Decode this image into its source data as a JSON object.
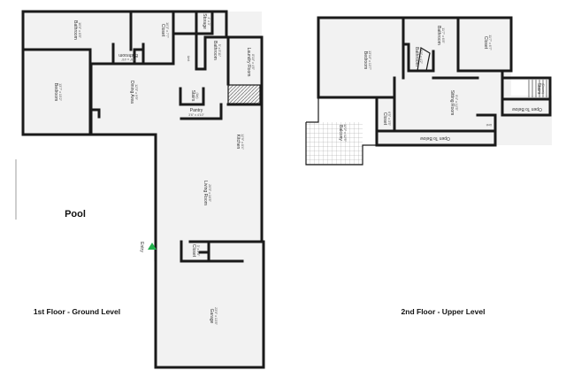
{
  "floor_labels": {
    "ground": "1st Floor - Ground Level",
    "upper": "2nd Floor - Upper Level"
  },
  "pool_label": "Pool",
  "entry_label": "Entry",
  "ground_rooms": {
    "bathroom_top": {
      "name": "Bathroom",
      "dims": "10'0\" x 8'8\""
    },
    "closet_top": {
      "name": "Closet",
      "dims": "10'3\" x 7'7\""
    },
    "storage": {
      "name": "Storage",
      "dims": "4' x 3'"
    },
    "bathroom_small": {
      "name": "Bathroom",
      "dims": "5'8\" x 4'6\""
    },
    "bathroom_right": {
      "name": "Bathroom",
      "dims": "5' x 5'11\""
    },
    "laundry": {
      "name": "Laundry Room",
      "dims": "8'10\" x 4'6\""
    },
    "unit": {
      "name": "Unit"
    },
    "bedroom": {
      "name": "Bedroom",
      "dims": "13'7\" x 15'2\""
    },
    "dining": {
      "name": "Dining Area",
      "dims": "12'5\" x 9'9\""
    },
    "stairs": {
      "name": "Stairs",
      "dims": "(Up)"
    },
    "pantry": {
      "name": "Pantry",
      "dims": "3'6\" x 4'10\""
    },
    "kitchen": {
      "name": "Kitchen",
      "dims": "12'9\" x 8'4\""
    },
    "living": {
      "name": "Living Room",
      "dims": "20'5\" x 16'8\""
    },
    "closet_entry": {
      "name": "Closet",
      "dims": "3' x 2'3\""
    },
    "garage": {
      "name": "Garage",
      "dims": "23'0\" x 13'8\""
    }
  },
  "upper_rooms": {
    "bedroom": {
      "name": "Bedroom",
      "dims": "13'10\" x 13'7\""
    },
    "bathroom": {
      "name": "Bathroom",
      "dims": "11'7\" x 6'8\""
    },
    "bathroom_inner": {
      "name": "Bathroom",
      "dims": "5'0\" x 4'2\""
    },
    "closet_top": {
      "name": "Closet",
      "dims": "11'7\" x 6'7\""
    },
    "sitting": {
      "name": "Sitting Room",
      "dims": "9'4\" x 12'5\""
    },
    "stairs": {
      "name": "Stairs",
      "dims": "(Down)"
    },
    "open_right": {
      "name": "Open To Below"
    },
    "unit": {
      "name": "Unit"
    },
    "closet_mid": {
      "name": "Closet",
      "dims": "6'5\" x 3'5\""
    },
    "balcony": {
      "name": "Balcony",
      "dims": "12'2\" x 12'5\""
    },
    "open_bottom": {
      "name": "Open To Below"
    }
  },
  "colors": {
    "wall": "#1a1a1a",
    "floor": "#f2f2f2",
    "entry_arrow": "#22b14c"
  }
}
